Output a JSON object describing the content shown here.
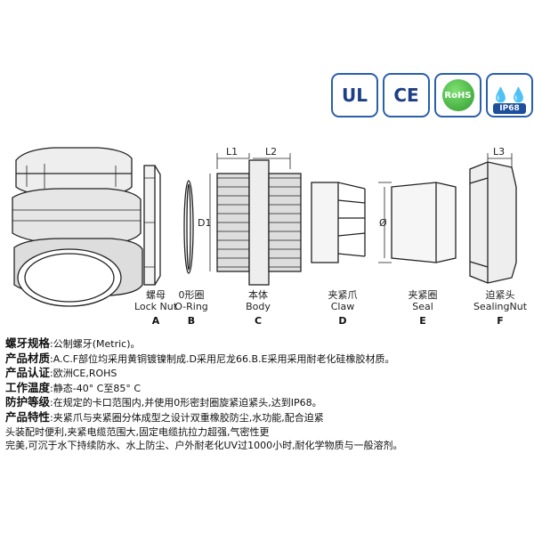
{
  "certifications": [
    {
      "name": "ul-icon",
      "text": "UL"
    },
    {
      "name": "ce-icon",
      "text": "CE"
    },
    {
      "name": "rohs-icon",
      "text": "RoHS"
    },
    {
      "name": "ip68-icon",
      "text": "IP68"
    }
  ],
  "dimensions": {
    "l1": "L1",
    "l2": "L2",
    "l3": "L3",
    "d1": "D1",
    "phi": "Ø"
  },
  "parts": [
    {
      "cn": "螺母",
      "en": "Lock Nut",
      "letter": "A"
    },
    {
      "cn": "0形圈",
      "en": "O-Ring",
      "letter": "B"
    },
    {
      "cn": "本体",
      "en": "Body",
      "letter": "C"
    },
    {
      "cn": "夹紧爪",
      "en": "Claw",
      "letter": "D"
    },
    {
      "cn": "夹紧圈",
      "en": "Seal",
      "letter": "E"
    },
    {
      "cn": "迫紧头",
      "en": "SealingNut",
      "letter": "F"
    }
  ],
  "specs": [
    {
      "key": "螺牙规格",
      "value": ":公制螺牙(Metric)。"
    },
    {
      "key": "产品材质",
      "value": ":A.C.F部位均采用黄铜镀镍制成.D采用尼龙66.B.E采用采用耐老化硅橡胶材质。"
    },
    {
      "key": "产品认证",
      "value": ":欧洲CE,ROHS"
    },
    {
      "key": "工作温度",
      "value": ":静态-40° C至85° C"
    },
    {
      "key": "防护等级",
      "value": ":在规定的卡口范围内,并使用0形密封圈旋紧迫紧头,达到IP68。"
    },
    {
      "key": "产品特性",
      "value": ":夹紧爪与夹紧圈分体成型之设计双重橡胶防尘,水功能,配合迫紧"
    }
  ],
  "spec_continuation": [
    "头装配时便利,夹紧电缆范围大,固定电缆抗拉力超强,气密性更",
    "完美,可沉于水下持续防水、水上防尘、户外耐老化UV过1000小时,耐化学物质与一般溶剂。"
  ]
}
